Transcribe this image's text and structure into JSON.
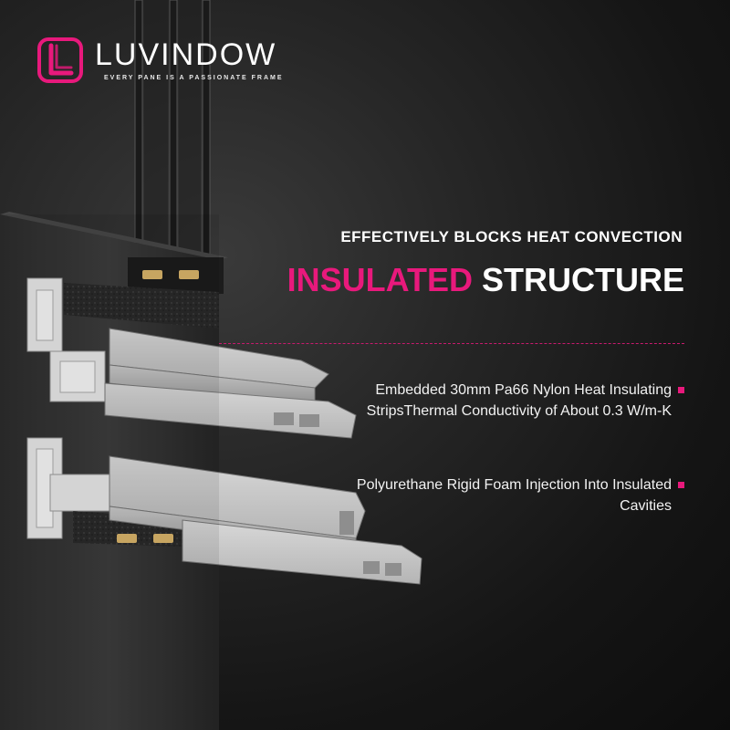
{
  "brand": {
    "name": "LUVINDOW",
    "tagline": "EVERY PANE IS A PASSIONATE FRAME",
    "logo_icon": "l-monogram-icon"
  },
  "heading": {
    "subtitle": "EFFECTIVELY BLOCKS HEAT CONVECTION",
    "title_accent": "INSULATED",
    "title_rest": "STRUCTURE"
  },
  "features": [
    {
      "text": "Embedded 30mm Pa66 Nylon Heat Insulating StripsThermal Conductivity of About 0.3 W/m-K"
    },
    {
      "text": "Polyurethane Rigid Foam Injection Into Insulated Cavities"
    }
  ],
  "colors": {
    "accent": "#e8197c",
    "background": "#1a1a1a",
    "text": "#ffffff"
  }
}
